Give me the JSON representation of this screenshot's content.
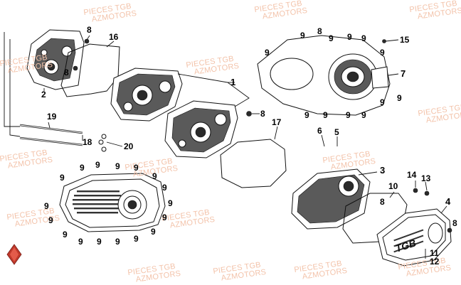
{
  "watermark": {
    "line1": "PIECES TGB",
    "line2": "AZMOTORS"
  },
  "callouts": {
    "c1": "1",
    "c2": "2",
    "c3": "3",
    "c4": "4",
    "c5": "5",
    "c6": "6",
    "c7": "7",
    "c8": "8",
    "c9": "9",
    "c10": "10",
    "c11": "11",
    "c12": "12",
    "c13": "13",
    "c14": "14",
    "c15": "15",
    "c16": "16",
    "c17": "17",
    "c18": "18",
    "c19": "19",
    "c20": "20"
  },
  "cover_logo_text": "TGB",
  "colors": {
    "watermark": "#f3c3aa",
    "logo_red": "#c0392b",
    "ink": "#111111"
  }
}
